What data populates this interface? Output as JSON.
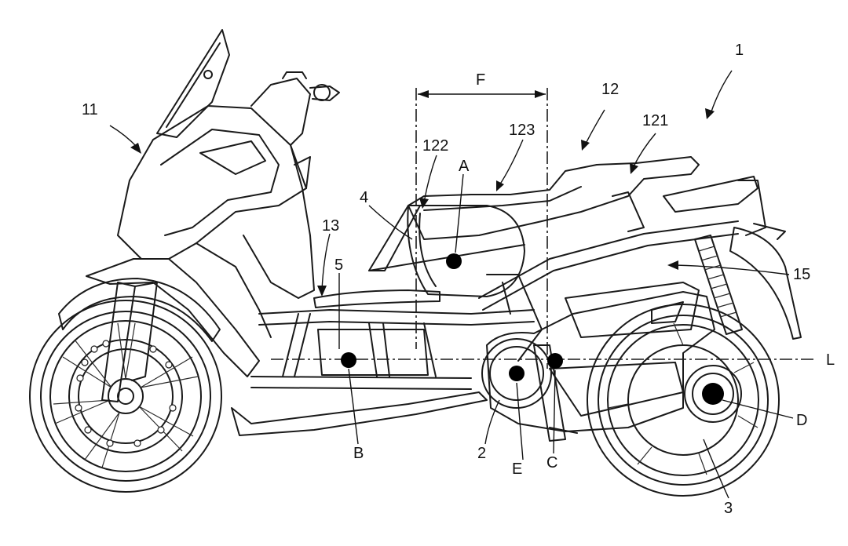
{
  "labels": {
    "vehicle": "1",
    "rear_tire": "3",
    "engine_unit": "2",
    "fuel_tank": "4",
    "battery": "5",
    "front_body": "11",
    "seat": "12",
    "seat_rear": "121",
    "seat_front": "122",
    "seat_mid": "123",
    "floor": "13",
    "frame_rear": "15",
    "point_a": "A",
    "point_b": "B",
    "point_c": "C",
    "point_d": "D",
    "point_e": "E",
    "distance_f": "F",
    "line_l": "L"
  }
}
